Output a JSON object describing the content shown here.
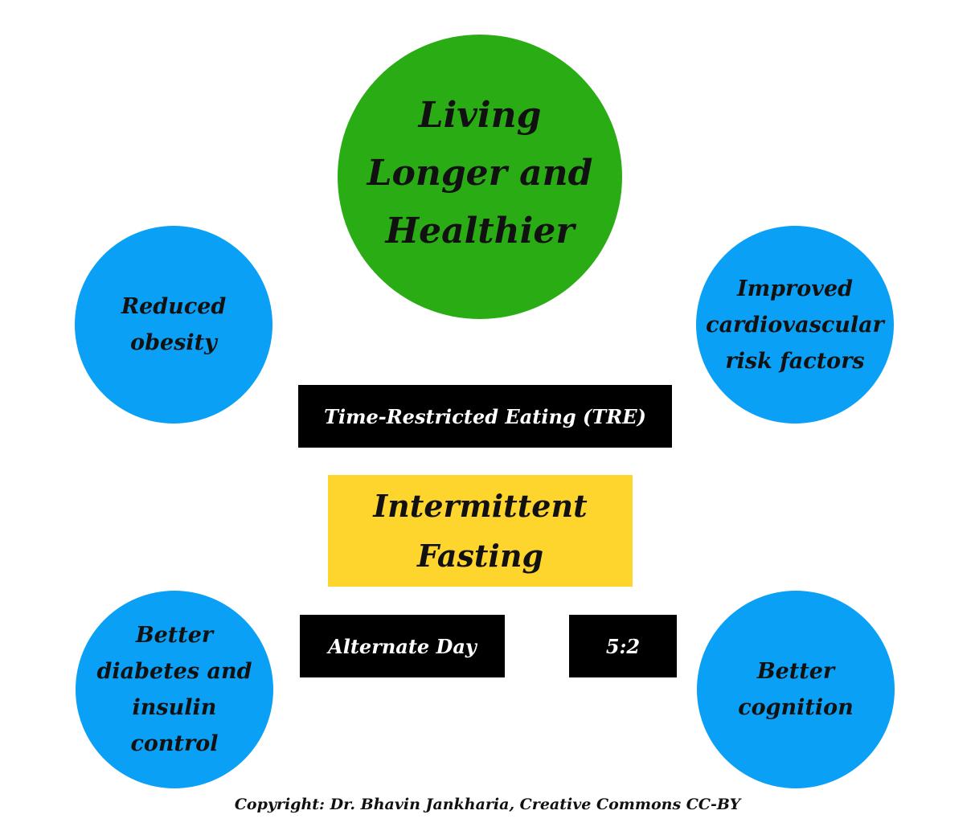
{
  "colors": {
    "main_circle": "#2aad14",
    "benefit_circle": "#0aa0f5",
    "method_box": "#000000",
    "center_box": "#fdd52c"
  },
  "goal": {
    "label": "Living\nLonger and\nHealthier"
  },
  "benefits": {
    "obesity": "Reduced\nobesity",
    "cardiovascular": "Improved\ncardiovascular\nrisk factors",
    "diabetes": "Better\ndiabetes and\ninsulin\ncontrol",
    "cognition": "Better\ncognition"
  },
  "center": {
    "label": "Intermittent\nFasting"
  },
  "methods": {
    "tre": "Time-Restricted Eating (TRE)",
    "alternate_day": "Alternate Day",
    "five_two": "5:2"
  },
  "footer": {
    "copyright": "Copyright: Dr. Bhavin Jankharia, Creative Commons CC-BY"
  }
}
